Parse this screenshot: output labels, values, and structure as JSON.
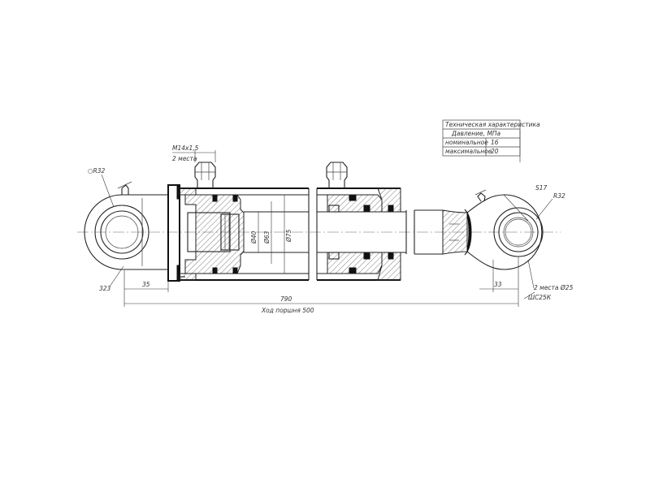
{
  "tech_table": {
    "title": "Техническая характеристика",
    "pressure_header": "Давление, МПа",
    "rows": [
      {
        "label": "номинальное",
        "value": "16"
      },
      {
        "label": "максимальное",
        "value": "20"
      }
    ]
  },
  "dimensions": {
    "port_thread": "М14х1,5",
    "port_count": "2 места",
    "left_eye_radius": "○R32",
    "left_eye_offset": "323",
    "left_flange_offset": "35",
    "overall_length": "790",
    "stroke": "Ход поршня 500",
    "rod_diameter": "Ø40",
    "piston_diameter": "Ø63",
    "outer_diameter": "Ø75",
    "right_eye_radius": "R32",
    "wrench_size": "S17",
    "right_eye_offset": "33",
    "pin_holes": "2 места Ø25",
    "bearing": "ШС25К"
  }
}
